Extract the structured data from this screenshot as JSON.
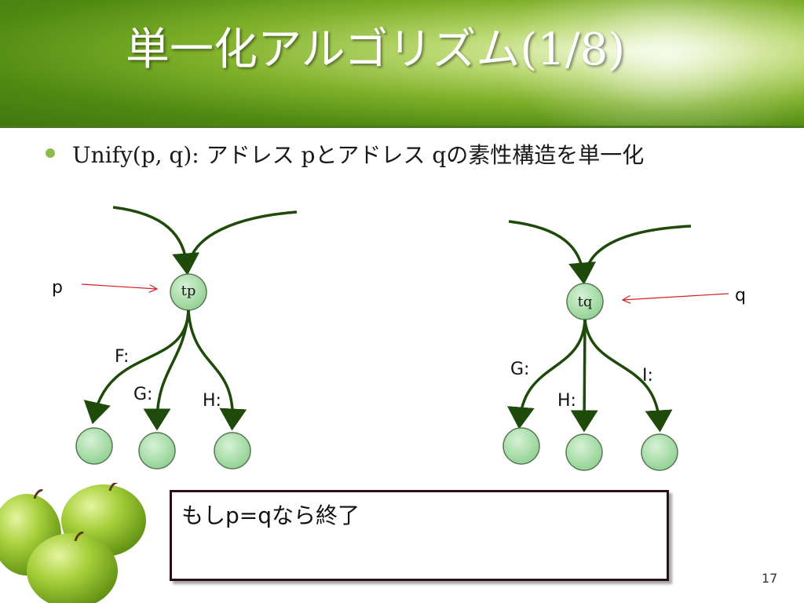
{
  "slide": {
    "title": "単一化アルゴリズム(1/8)",
    "bullet": "Unify(p, q): アドレス pとアドレス qの素性構造を単一化",
    "page_number": "17"
  },
  "diagram": {
    "left": {
      "pointer_label": "p",
      "node_label": "tp",
      "edges": [
        "F:",
        "G:",
        "H:"
      ]
    },
    "right": {
      "pointer_label": "q",
      "node_label": "tq",
      "edges": [
        "G:",
        "H:",
        "I:"
      ]
    },
    "colors": {
      "edge": "#1e4a0a",
      "node_fill": "#a8dca8",
      "node_stroke": "#5a7a5a",
      "pointer": "#d42020"
    }
  },
  "note": {
    "text": "もしp=qなら終了"
  }
}
